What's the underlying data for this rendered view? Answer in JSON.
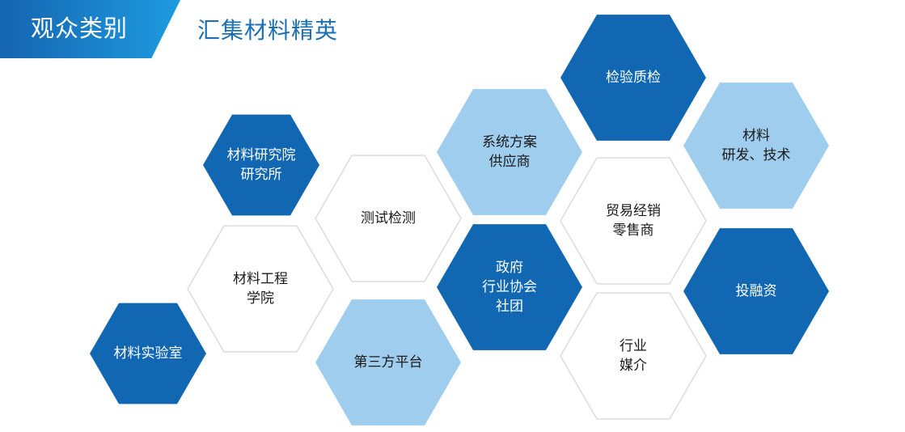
{
  "header": {
    "title": "观众类别",
    "subtitle": "汇集材料精英"
  },
  "colors": {
    "dark": "#1167b1",
    "light": "#9fcdee",
    "white": "#ffffff",
    "stroke": "#dcdcdc",
    "dark_text": "#ffffff",
    "light_text": "#1a1a1a"
  },
  "hexagons": [
    {
      "id": "lab",
      "lines": [
        "材料实验室"
      ],
      "style": "dark"
    },
    {
      "id": "institute",
      "lines": [
        "材料研究院",
        "研究所"
      ],
      "style": "dark"
    },
    {
      "id": "engineering",
      "lines": [
        "材料工程",
        "学院"
      ],
      "style": "white"
    },
    {
      "id": "testing",
      "lines": [
        "测试检测"
      ],
      "style": "white"
    },
    {
      "id": "third-party",
      "lines": [
        "第三方平台"
      ],
      "style": "light"
    },
    {
      "id": "solutions",
      "lines": [
        "系统方案",
        "供应商"
      ],
      "style": "light"
    },
    {
      "id": "government",
      "lines": [
        "政府",
        "行业协会",
        "社团"
      ],
      "style": "dark"
    },
    {
      "id": "inspection",
      "lines": [
        "检验质检"
      ],
      "style": "dark"
    },
    {
      "id": "trade",
      "lines": [
        "贸易经销",
        "零售商"
      ],
      "style": "white"
    },
    {
      "id": "media",
      "lines": [
        "行业",
        "媒介"
      ],
      "style": "white"
    },
    {
      "id": "rnd",
      "lines": [
        "材料",
        "研发、技术"
      ],
      "style": "light"
    },
    {
      "id": "investment",
      "lines": [
        "投融资"
      ],
      "style": "dark"
    }
  ]
}
